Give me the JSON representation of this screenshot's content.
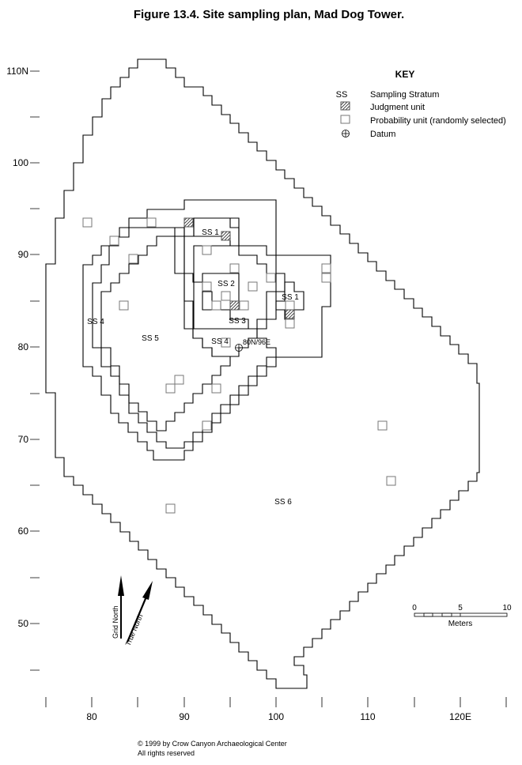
{
  "title": "Figure 13.4.  Site sampling plan, Mad Dog Tower.",
  "key": {
    "heading": "KEY",
    "items": [
      {
        "symbol": "SS",
        "label": "Sampling Stratum"
      },
      {
        "symbol": "judgment",
        "label": "Judgment unit"
      },
      {
        "symbol": "probability",
        "label": "Probability unit (randomly selected)"
      },
      {
        "symbol": "datum",
        "label": "Datum"
      }
    ]
  },
  "y_ticks": [
    "110N",
    "100",
    "90",
    "80",
    "70",
    "60",
    "50"
  ],
  "x_ticks": [
    "80",
    "90",
    "100",
    "110",
    "120E"
  ],
  "strata_labels": {
    "ss1_a": "SS 1",
    "ss1_b": "SS 1",
    "ss2": "SS 2",
    "ss3": "SS 3",
    "ss4_a": "SS 4",
    "ss4_b": "SS 4",
    "ss5": "SS 5",
    "ss6": "SS 6"
  },
  "datum_label": "80N/96E",
  "north": {
    "grid": "Grid North",
    "true": "True North"
  },
  "scale_bar": {
    "ticks": [
      "0",
      "5",
      "10"
    ],
    "unit": "Meters"
  },
  "copyright": {
    "line1": "© 1999 by Crow Canyon Archaeological Center",
    "line2": "All rights reserved"
  },
  "colors": {
    "line": "#000000",
    "unit_outline": "#777777",
    "background": "#ffffff"
  }
}
